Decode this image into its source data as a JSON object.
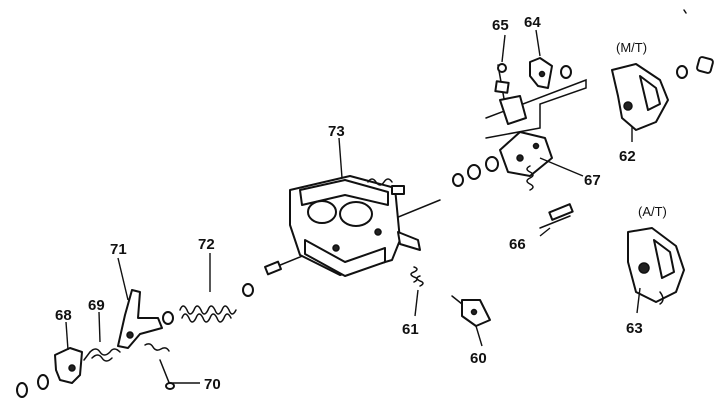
{
  "callouts": {
    "c60": "60",
    "c61": "61",
    "c62": "62",
    "c63": "63",
    "c64": "64",
    "c65": "65",
    "c66": "66",
    "c67": "67",
    "c68": "68",
    "c69": "69",
    "c70": "70",
    "c71": "71",
    "c72": "72",
    "c73": "73"
  },
  "variants": {
    "manual": "(M/T)",
    "automatic": "(A/T)"
  }
}
